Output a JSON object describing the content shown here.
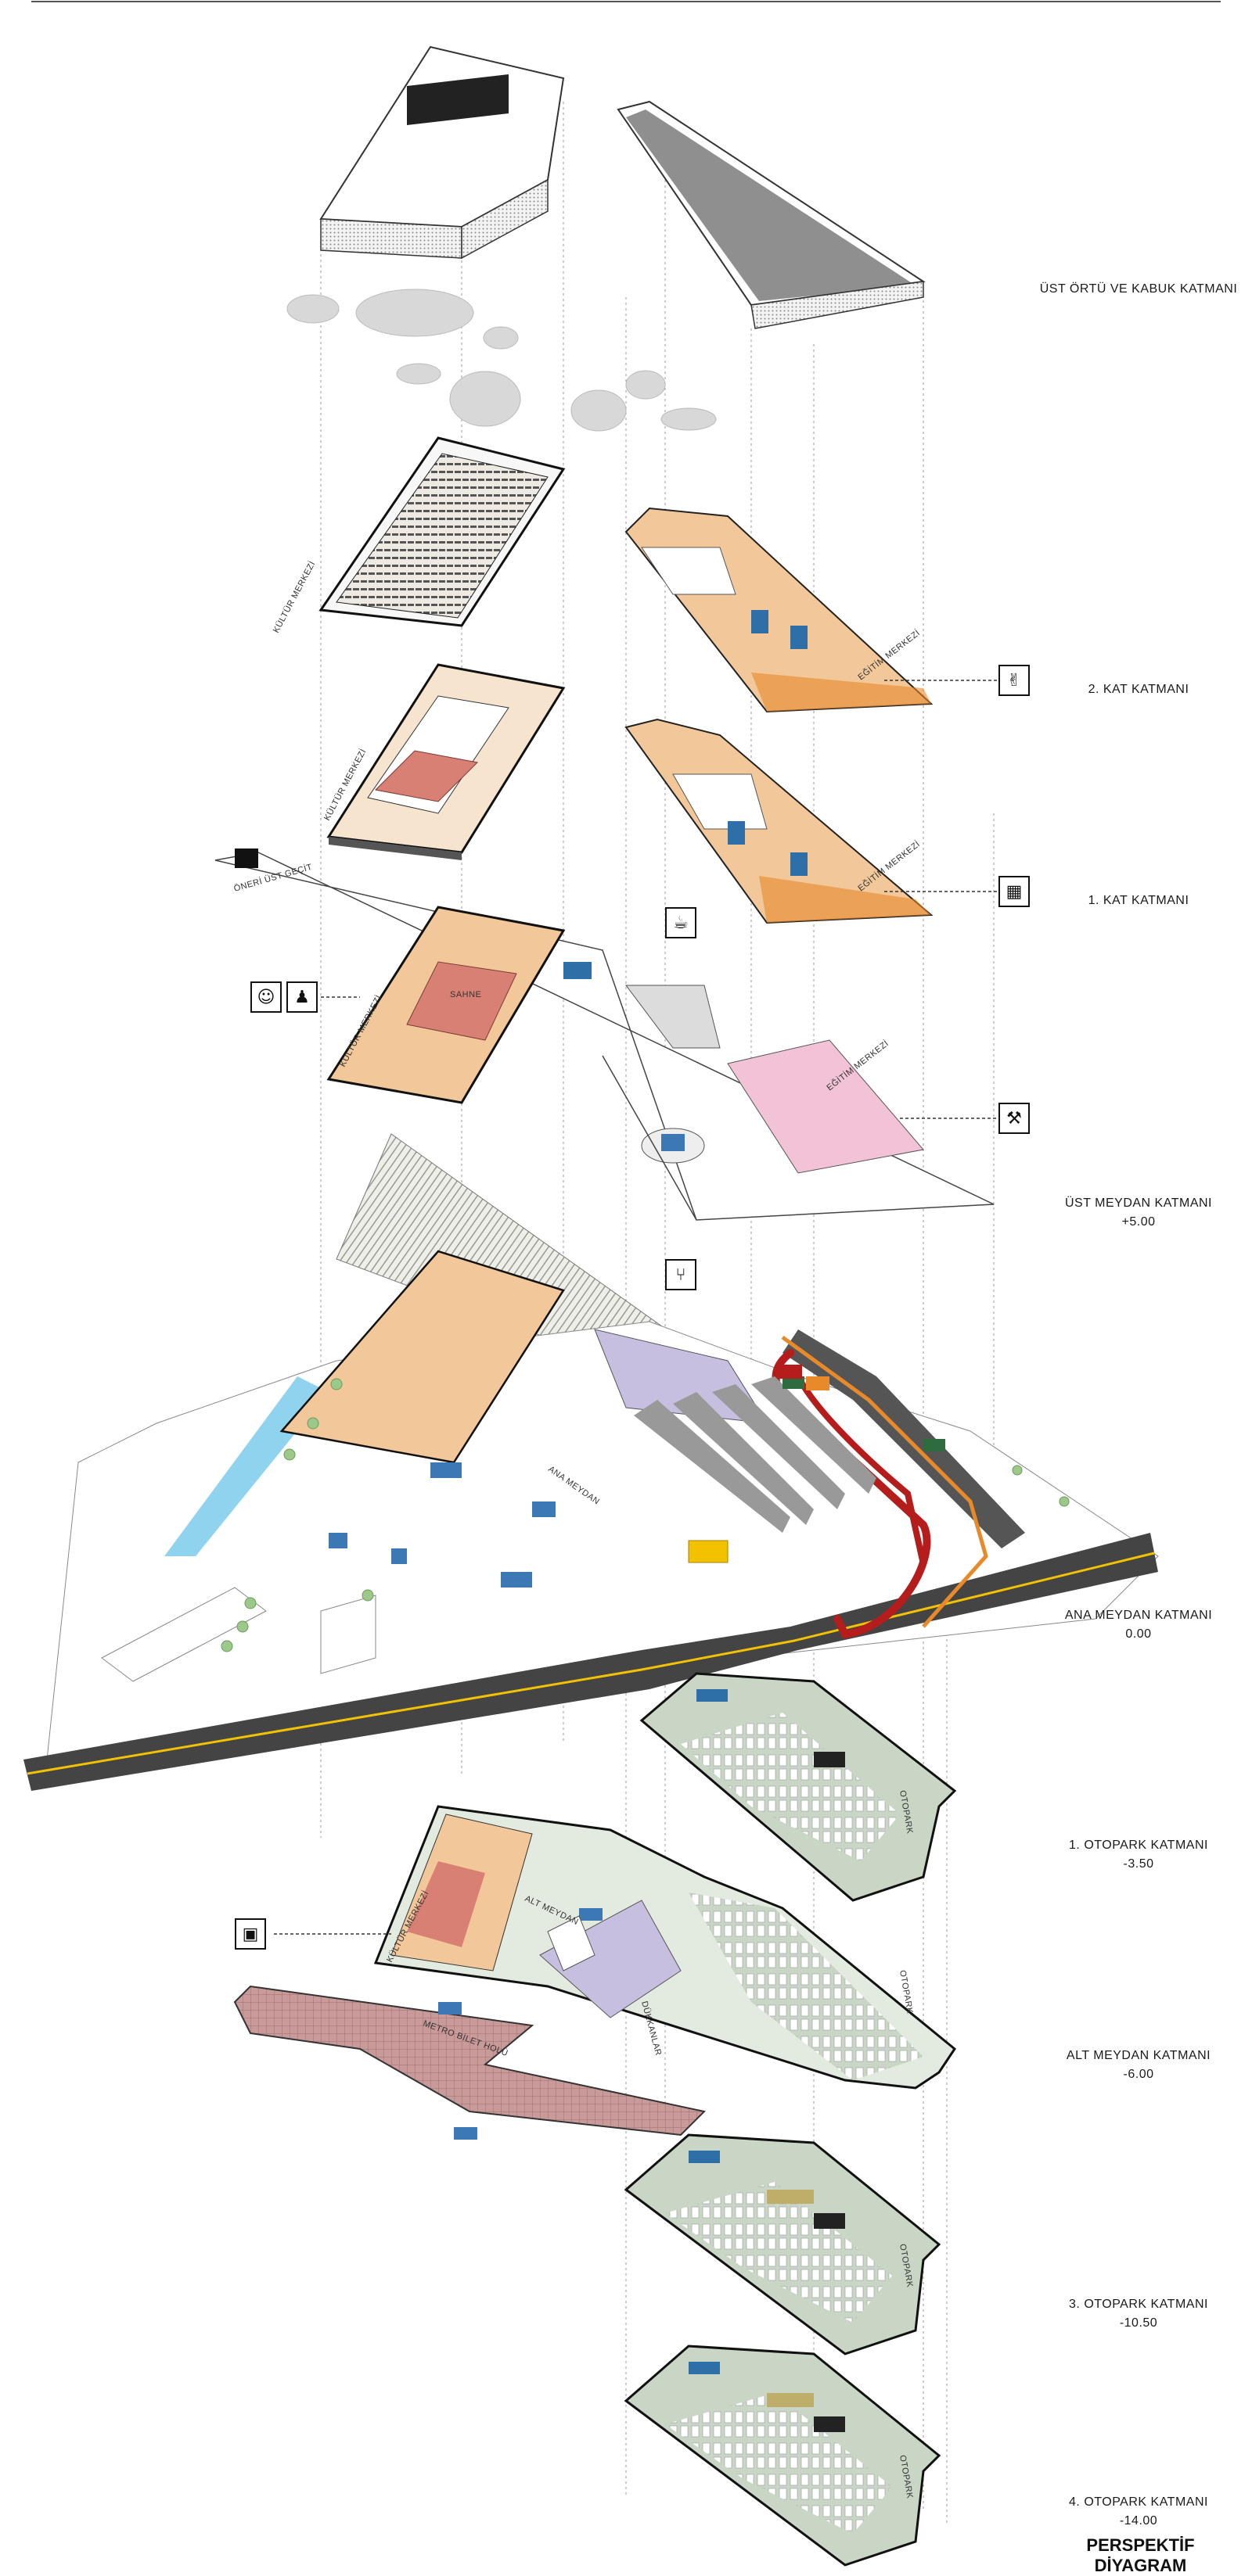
{
  "layers": [
    {
      "id": "roof",
      "lines": [
        "ÜST ÖRTÜ VE KABUK KATMANI"
      ]
    },
    {
      "id": "floor2",
      "lines": [
        "2. KAT KATMANI"
      ]
    },
    {
      "id": "floor1",
      "lines": [
        "1. KAT KATMANI"
      ]
    },
    {
      "id": "upper-square",
      "lines": [
        "ÜST MEYDAN KATMANI",
        "+5.00"
      ]
    },
    {
      "id": "main-square",
      "lines": [
        "ANA MEYDAN KATMANI",
        "0.00"
      ]
    },
    {
      "id": "parking1",
      "lines": [
        "1. OTOPARK KATMANI",
        "-3.50"
      ]
    },
    {
      "id": "lower-square",
      "lines": [
        "ALT MEYDAN KATMANI",
        "-6.00"
      ]
    },
    {
      "id": "parking3",
      "lines": [
        "3. OTOPARK KATMANI",
        "-10.50"
      ]
    },
    {
      "id": "parking4",
      "lines": [
        "4. OTOPARK KATMANI",
        "-14.00"
      ]
    }
  ],
  "plan_labels": {
    "kultur_merkezi": "KÜLTÜR MERKEZİ",
    "egitim_merkezi": "EĞİTİM MERKEZİ",
    "oneri_ust_gecit": "ÖNERİ ÜST GEÇİT",
    "ana_meydan": "ANA MEYDAN",
    "alt_meydan": "ALT MEYDAN",
    "otopark": "OTOPARK",
    "dukkanlar": "DÜKKANLAR",
    "metro_bilet_holu": "METRO BİLET HOLÜ",
    "sahne": "SAHNE"
  },
  "icons": {
    "dance": "dance-icon",
    "classroom": "classroom-icon",
    "coffee": "coffee-icon",
    "theatre": "theatre-masks-icon",
    "audience": "audience-icon",
    "workshop": "workshop-icon",
    "restaurant": "fork-knife-icon",
    "cinema": "cinema-icon"
  },
  "colors": {
    "parking_floor": "#c9d6c5",
    "activity_floor": "#f2c89a",
    "stage": "#d98074",
    "metro_hall": "#c99a9a",
    "shops": "#c7bfe0",
    "bus_route": "#b51d1d",
    "orange_route": "#e8892a",
    "water": "#8fd3ee",
    "road": "#444444",
    "road_line": "#f2c200"
  },
  "title": "PERSPEKTİF DİYAGRAM"
}
